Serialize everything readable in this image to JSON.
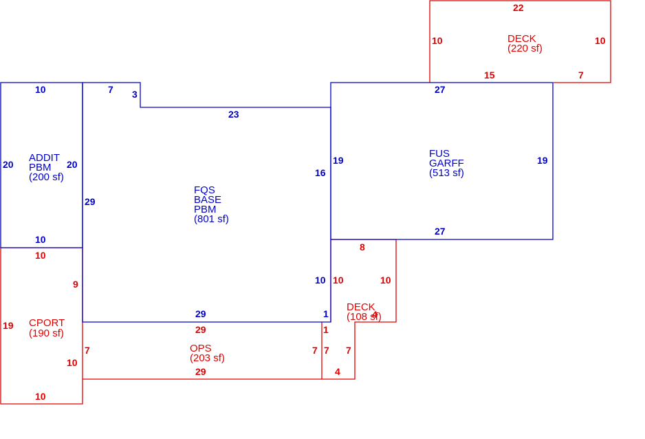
{
  "colors": {
    "living": "#0000cc",
    "exterior": "#e00000"
  },
  "areas": {
    "addit": {
      "lines": [
        "ADDIT",
        "PBM",
        "(200 sf)"
      ]
    },
    "base": {
      "lines": [
        "FQS",
        "BASE",
        "PBM",
        "(801 sf)"
      ]
    },
    "garff": {
      "lines": [
        "FUS",
        "GARFF",
        "(513 sf)"
      ]
    },
    "deck_top": {
      "lines": [
        "DECK",
        "(220 sf)"
      ]
    },
    "deck_small": {
      "lines": [
        "DECK",
        "(108 sf)"
      ]
    },
    "cport": {
      "lines": [
        "CPORT",
        "(190 sf)"
      ]
    },
    "ops": {
      "lines": [
        "OPS",
        "(203 sf)"
      ]
    }
  },
  "dims": {
    "addit_top": "10",
    "addit_left": "20",
    "addit_right": "20",
    "addit_bottom": "10",
    "base_top_left": "7",
    "base_notch": "3",
    "base_top": "23",
    "base_left": "29",
    "base_right_upper": "16",
    "base_right_lower": "10",
    "base_bottom": "29",
    "base_step": "1",
    "garff_top": "27",
    "garff_left": "19",
    "garff_right": "19",
    "garff_bottom": "27",
    "deck_top_top": "22",
    "deck_top_left": "10",
    "deck_top_right": "10",
    "deck_top_bottom_left": "15",
    "deck_top_bottom_right": "7",
    "deck_small_top": "8",
    "deck_small_left": "10",
    "deck_small_right": "10",
    "deck_small_inner_a": "7",
    "deck_small_inner_b": "7",
    "deck_small_bottom": "4",
    "deck_small_step": "4",
    "cport_top": "10",
    "cport_left": "19",
    "cport_right_upper": "9",
    "cport_right_lower": "10",
    "cport_bottom": "10",
    "ops_top": "29",
    "ops_left": "7",
    "ops_right": "7",
    "ops_step": "1",
    "ops_bottom": "29"
  }
}
